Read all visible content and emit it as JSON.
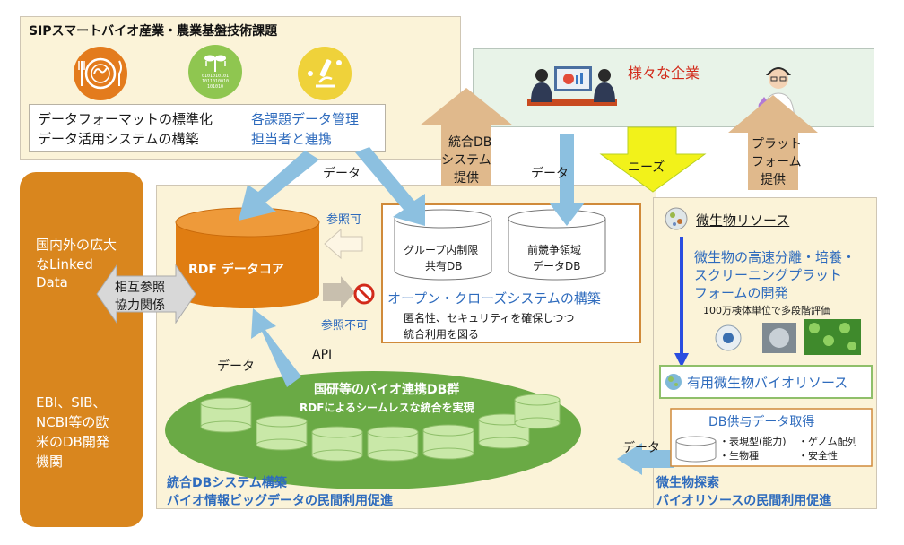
{
  "sip": {
    "title": "SIPスマートバイオ産業・農業基盤技術課題",
    "left_line1": "データフォーマットの標準化",
    "left_line2": "データ活用システムの構築",
    "right_line1": "各課題データ管理",
    "right_line2": "担当者と連携",
    "icon_binary_text": "0101010101 1011010010 101010"
  },
  "companies": {
    "label": "様々な企業"
  },
  "external": {
    "top_line1": "国内外の広大",
    "top_line2": "なLinked",
    "top_line3": "Data",
    "bottom_line1": "EBI、SIB、",
    "bottom_line2": "NCBI等の欧",
    "bottom_line3": "米のDB開発",
    "bottom_line4": "機関"
  },
  "arrows": {
    "data_top": "データ",
    "data_mid": "データ",
    "data_left": "データ",
    "api": "API",
    "data_bottom": "データ",
    "db_provide_1": "統合DB",
    "db_provide_2": "システム",
    "db_provide_3": "提供",
    "needs": "ニーズ",
    "platform_1": "プラット",
    "platform_2": "フォーム",
    "platform_3": "提供",
    "mutual_1": "相互参照",
    "mutual_2": "協力関係",
    "ref_ok": "参照可",
    "ref_ng": "参照不可"
  },
  "rdf": {
    "label": "RDF データコア"
  },
  "open_close": {
    "db1_line1": "グループ内制限",
    "db1_line2": "共有DB",
    "db2_line1": "前競争領域",
    "db2_line2": "データDB",
    "title": "オープン・クローズシステムの構築",
    "desc1": "匿名性、セキュリティを確保しつつ",
    "desc2": "統合利用を図る"
  },
  "federated": {
    "title": "国研等のバイオ連携DB群",
    "subtitle": "RDFによるシームレスな統合を実現"
  },
  "integrated": {
    "caption1": "統合DBシステム構築",
    "caption2": "バイオ情報ビッグデータの民間利用促進"
  },
  "microbe": {
    "resource_title": "微生物リソース",
    "desc1": "微生物の高速分離・培養・",
    "desc2": "スクリーニングプラット",
    "desc3": "フォームの開発",
    "eval": "100万検体単位で多段階評価",
    "useful": "有用微生物バイオリソース",
    "dbdata_title": "DB供与データ取得",
    "item1": "・表現型(能力)",
    "item2": "・ゲノム配列",
    "item3": "・生物種",
    "item4": "・安全性",
    "caption1": "微生物探索",
    "caption2": "バイオリソースの民間利用促進"
  },
  "colors": {
    "cream_panel": "#fbf3d8",
    "orange_sidebar": "#d9861e",
    "rdf_orange": "#e07d12",
    "green_ellipse": "#6aaa45",
    "light_green_drum": "#c9e8a8",
    "blue_arrow": "#8cc0e0",
    "tan_arrow": "#e0b98c",
    "needs_yellow": "#f2f21a",
    "blue_text": "#2e6bbd",
    "companies_panel": "#e8f3e8",
    "red_text": "#d22a1a",
    "vertical_blue_arrow": "#2a4de0"
  }
}
